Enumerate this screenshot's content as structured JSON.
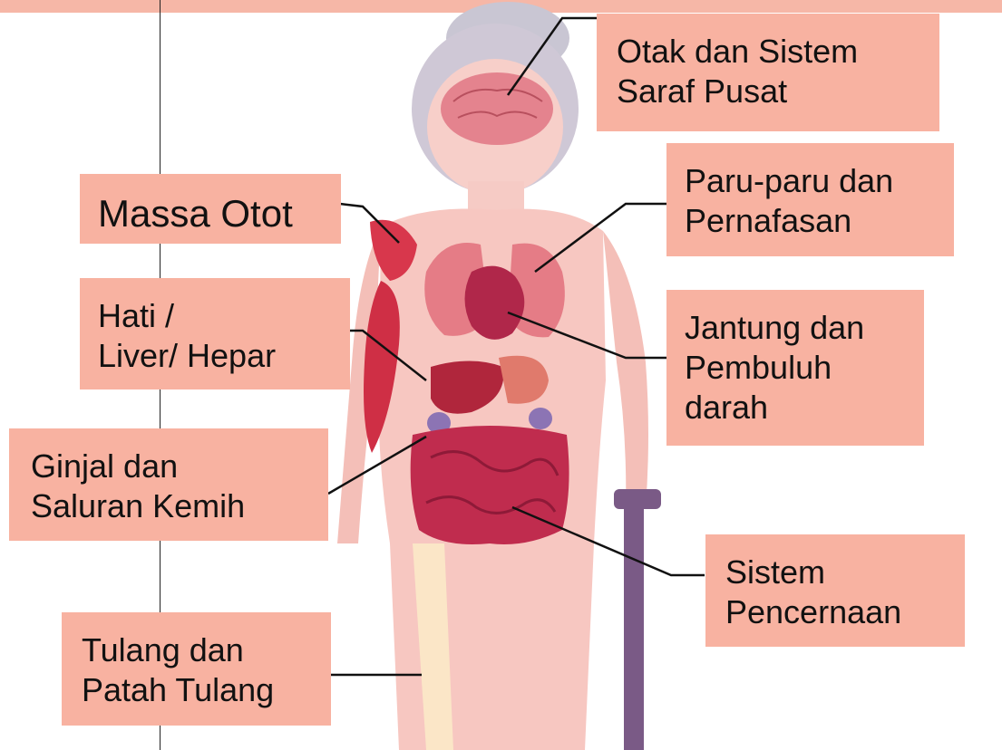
{
  "colors": {
    "label_bg": "#f8b2a1",
    "skin": "#f5c3bd",
    "organ": "#c23a55",
    "muscle": "#d8374c",
    "cane": "#7a5a86",
    "top_strip": "#f6b7a7"
  },
  "labels": {
    "brain": {
      "lines": [
        "Otak dan Sistem",
        "Saraf Pusat"
      ]
    },
    "muscle": {
      "lines": [
        "Massa Otot"
      ]
    },
    "lungs": {
      "lines": [
        "Paru-paru dan",
        "Pernafasan"
      ]
    },
    "liver": {
      "lines": [
        "Hati /",
        "Liver/ Hepar"
      ]
    },
    "heart": {
      "lines": [
        "Jantung dan",
        "Pembuluh",
        "darah"
      ]
    },
    "kidney": {
      "lines": [
        "Ginjal dan",
        "Saluran Kemih"
      ]
    },
    "digestive": {
      "lines": [
        "Sistem",
        "Pencernaan"
      ]
    },
    "bone": {
      "lines": [
        "Tulang dan",
        "Patah Tulang"
      ]
    }
  }
}
